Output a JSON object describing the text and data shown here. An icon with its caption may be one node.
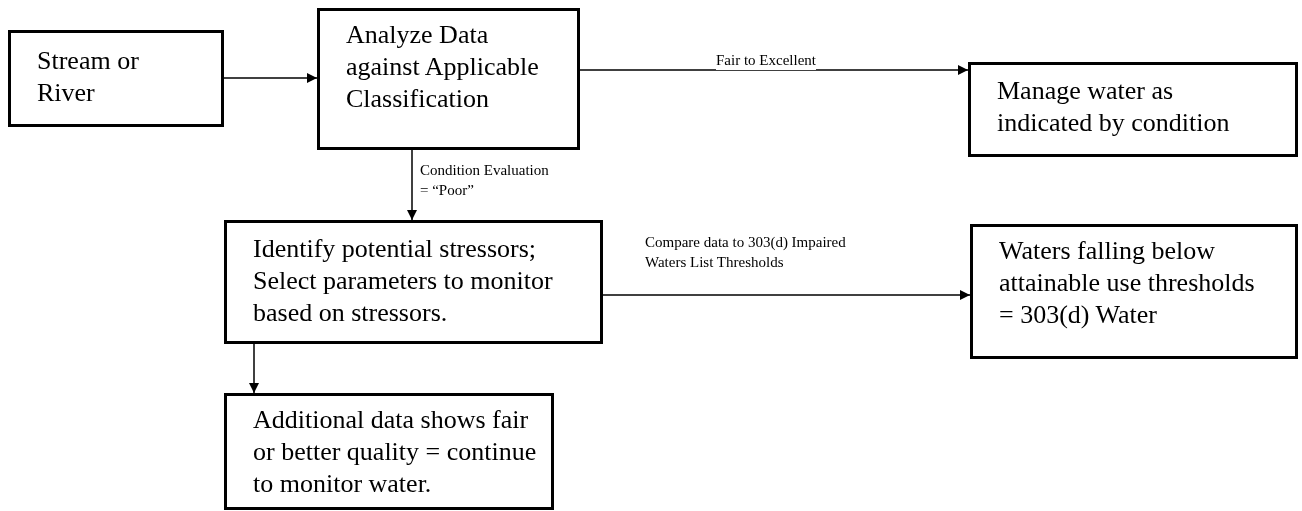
{
  "diagram": {
    "nodes": [
      {
        "text": [
          "Stream or River"
        ]
      },
      {
        "text": [
          "Analyze Data against Applicable Classification"
        ]
      },
      {
        "text": [
          "Manage water as indicated by condition"
        ]
      },
      {
        "text": [
          "Identify potential stressors; Select parameters to monitor based on stressors."
        ]
      },
      {
        "text": [
          "Waters falling below attainable use thresholds = 303(d) Water"
        ]
      },
      {
        "text": [
          "Additional data shows fair or better quality = continue to monitor water."
        ]
      }
    ],
    "edges": [
      {
        "from": 0,
        "to": 1,
        "arrow": "to"
      },
      {
        "from": 1,
        "to": 2,
        "arrow": "to",
        "label": "Fair to Excellent"
      },
      {
        "from": 1,
        "to": 3,
        "arrow": "to",
        "label": "Condition Evaluation = “Poor”"
      },
      {
        "from": 3,
        "to": 4,
        "arrow": "to",
        "label": "Compare data to 303(d) Impaired Waters List Thresholds"
      },
      {
        "from": 3,
        "to": 5,
        "arrow": "to"
      }
    ]
  }
}
